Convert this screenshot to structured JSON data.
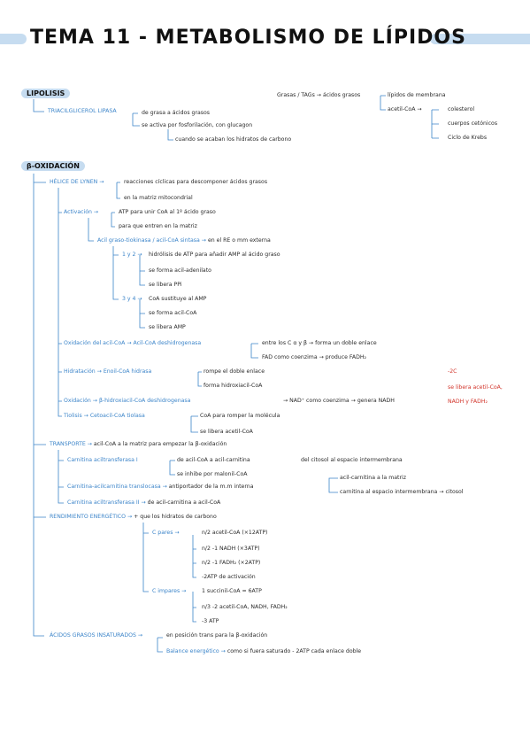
{
  "title": "TEMA 11 - METABOLISMO DE LÍPIDOS",
  "lipolisis": {
    "header": "LIPOLISIS",
    "enzyme": "TRIACILGLICEROL LIPASA",
    "notes": [
      "de grasa a ácidos grasos",
      "se activa por fosforilación, con glucagon",
      "cuando se acaban los hidratos de carbono"
    ],
    "grasas": "Grasas / TAGs",
    "acidos": "ácidos grasos",
    "lipidos": "lípidos de membrana",
    "acetil": "acetil-CoA",
    "destinos": [
      "colesterol",
      "cuerpos cetónicos",
      "Ciclo de Krebs"
    ]
  },
  "boxidacion": {
    "header": "β-OXIDACIÓN",
    "helice": "HÉLICE DE LYNEN",
    "helice_notes": [
      "reacciones cíclicas para descomponer ácidos grasos",
      "en la matriz mitocondrial"
    ],
    "activacion": "Activación",
    "activacion_notes": [
      "ATP para unir CoA al 1º ácido graso",
      "para que entren en la matriz"
    ],
    "acil": "Acil graso-tiokinasa / acil-CoA sintasa",
    "acil_note": "en el RE o mm externa",
    "paso12": "1 y 2",
    "paso12_notes": [
      "hidrólisis de ATP para añadir AMP al ácido graso",
      "se forma acil-adenilato",
      "se libera PPi"
    ],
    "paso34": "3 y 4",
    "paso34_notes": [
      "CoA sustituye al AMP",
      "se forma acil-CoA",
      "se libera AMP"
    ],
    "oxidacion": "Oxidación del acil-CoA",
    "oxidacion_enz": "Acil-CoA deshidrogenasa",
    "oxidacion_notes": [
      "entre los C α y β",
      "forma un doble enlace",
      "FAD como coenzima",
      "produce FADH₂"
    ],
    "hidratacion": "Hidratación",
    "hidratacion_enz": "Enoil-CoA hidrasa",
    "hidratacion_notes": [
      "rompe el doble enlace",
      "forma hidroxiacil-CoA"
    ],
    "side": [
      "-2C",
      "se libera acetil-CoA,",
      "NADH y FADH₂"
    ],
    "oxidacion2": "Oxidación",
    "oxidacion2_enz": "β-hidroxiacil-CoA deshidrogenasa",
    "oxidacion2_notes": [
      "NAD⁺ como coenzima",
      "genera NADH"
    ],
    "tiolisis": "Tiolisis",
    "tiolisis_enz": "Cetoacil-CoA tiolasa",
    "tiolisis_notes": [
      "CoA para romper la molécula",
      "se libera acetil-CoA"
    ]
  },
  "transporte": {
    "header": "TRANSPORTE",
    "note": "acil-CoA a la matriz para empezar la β-oxidación",
    "cat1": "Carnitina aciltransferasa I",
    "cat1_notes": [
      "de acil-CoA a acil-carnitina",
      "del citosol al espacio intermembrana",
      "se inhibe por malonil-CoA"
    ],
    "trans": "Carnitina-acilcarnitina translocasa",
    "trans_notes": [
      "antiportador de la m.m interna",
      "acil-carnitina a la matriz",
      "carnitina al espacio intermembrana",
      "citosol"
    ],
    "cat2": "Carnitina aciltransferasa II",
    "cat2_note": "de acil-carnitina a acil-CoA"
  },
  "rendimiento": {
    "header": "RENDIMIENTO ENERGÉTICO",
    "note": "+ que los hidratos de carbono",
    "par": "C pares",
    "par_notes": [
      "n/2 acetil-CoA (×12ATP)",
      "n/2 -1 NADH (×3ATP)",
      "n/2 -1 FADH₂ (×2ATP)",
      "-2ATP de activación"
    ],
    "impar": "C impares",
    "impar_notes": [
      "1 succinil-CoA = 6ATP",
      "n/3 -2 acetil-CoA, NADH, FADH₂",
      "-3 ATP"
    ]
  },
  "insaturados": {
    "header": "ÁCIDOS GRASOS INSATURADOS",
    "note": "en posición trans para la β-oxidación",
    "balance": "Balance energético",
    "balance_note": "como si fuera saturado - 2ATP cada enlace doble"
  }
}
